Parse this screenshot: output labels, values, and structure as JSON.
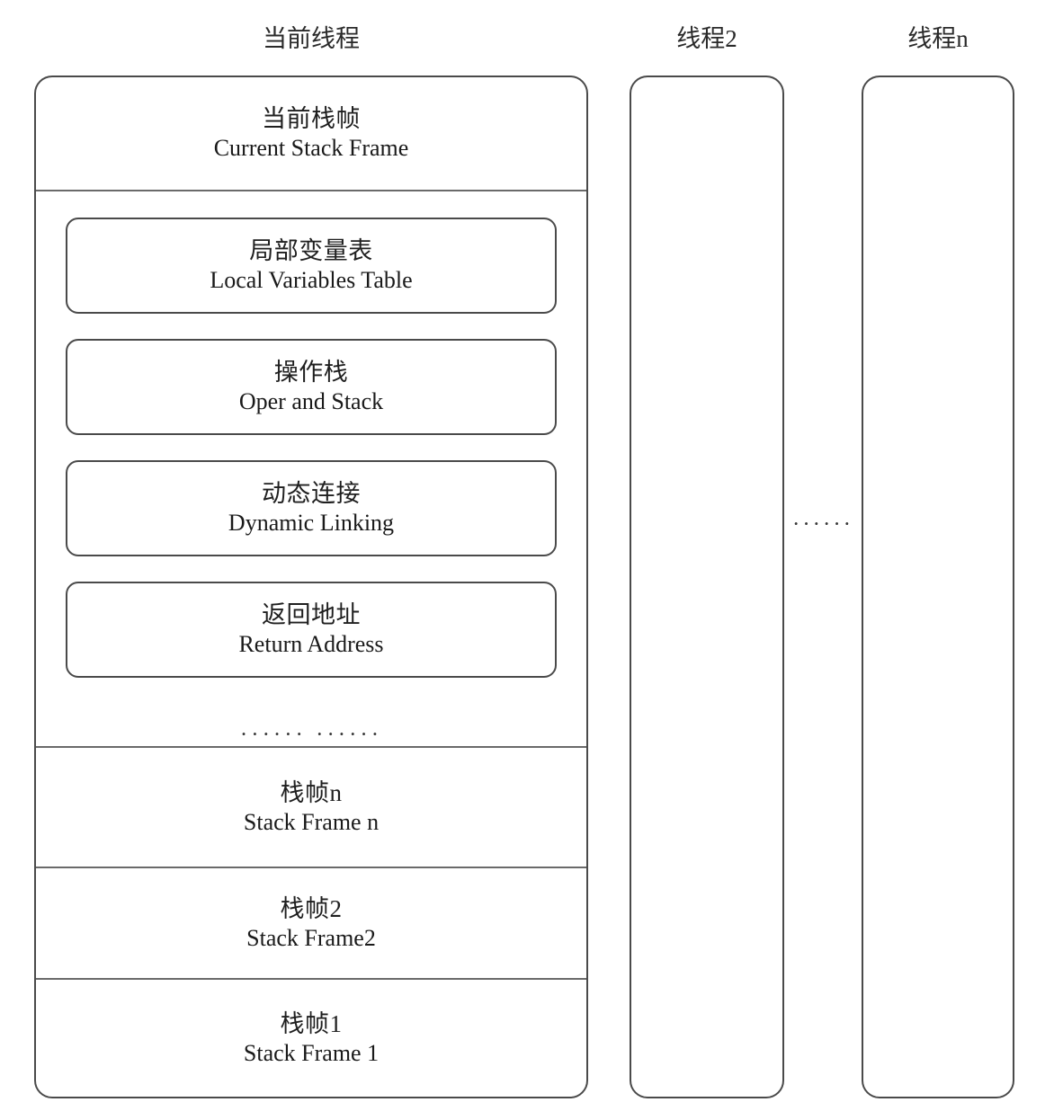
{
  "diagram": {
    "columns": [
      {
        "id": "current",
        "title": "当前线程"
      },
      {
        "id": "thread2",
        "title": "线程2"
      },
      {
        "id": "threadn",
        "title": "线程n"
      }
    ],
    "between_threads_ellipsis": "······",
    "current_thread_stack": {
      "frames": [
        {
          "id": "current-frame",
          "label_cn": "当前栈帧",
          "label_en": "Current Stack Frame"
        },
        {
          "id": "frame-detail",
          "components": [
            {
              "label_cn": "局部变量表",
              "label_en": "Local Variables Table"
            },
            {
              "label_cn": "操作栈",
              "label_en": "Oper and Stack"
            },
            {
              "label_cn": "动态连接",
              "label_en": "Dynamic Linking"
            },
            {
              "label_cn": "返回地址",
              "label_en": "Return Address"
            }
          ],
          "more_ellipsis": "······ ······"
        },
        {
          "id": "frame-n",
          "label_cn": "栈帧n",
          "label_en": "Stack Frame n"
        },
        {
          "id": "frame-2",
          "label_cn": "栈帧2",
          "label_en": "Stack Frame2"
        },
        {
          "id": "frame-1",
          "label_cn": "栈帧1",
          "label_en": "Stack Frame 1"
        }
      ]
    },
    "colors": {
      "background": "#ffffff",
      "border": "#4a4a4a",
      "divider": "#6a6a6a",
      "text": "#1c1c1c"
    }
  }
}
